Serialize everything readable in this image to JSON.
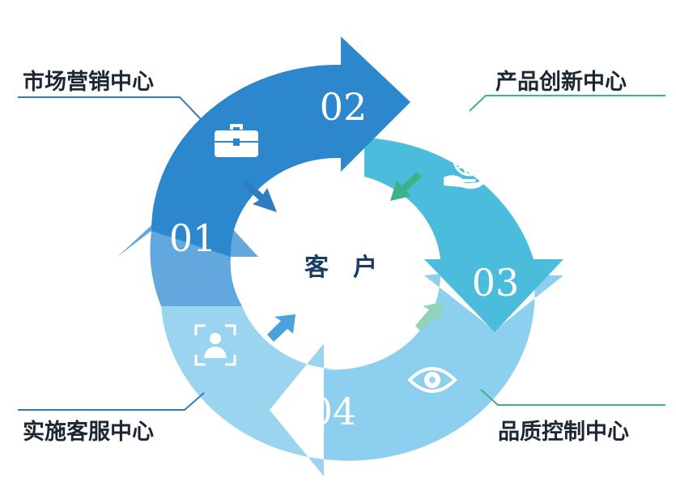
{
  "center": {
    "label": "客　户"
  },
  "segments": [
    {
      "number": "01",
      "label": "实施客服中心",
      "icon": "person-focus-icon",
      "color": "#62a8de"
    },
    {
      "number": "02",
      "label": "市场营销中心",
      "icon": "briefcase-icon",
      "color": "#2c87cd"
    },
    {
      "number": "03",
      "label": "产品创新中心",
      "icon": "globe-hand-icon",
      "color": "#4bbcdc"
    },
    {
      "number": "04",
      "label": "品质控制中心",
      "icon": "eye-icon",
      "color": "#9ad4ef"
    }
  ],
  "colors": {
    "line_blue": "#2f7dc0",
    "line_green": "#3bb18e",
    "arrow_dark": "#2f7dc0",
    "arrow_green": "#3cb28a",
    "arrow_light_green": "#8fd3b8",
    "arrow_blue": "#4aa2dd",
    "center_text": "#1c3d63",
    "label_text": "#1d2733"
  }
}
